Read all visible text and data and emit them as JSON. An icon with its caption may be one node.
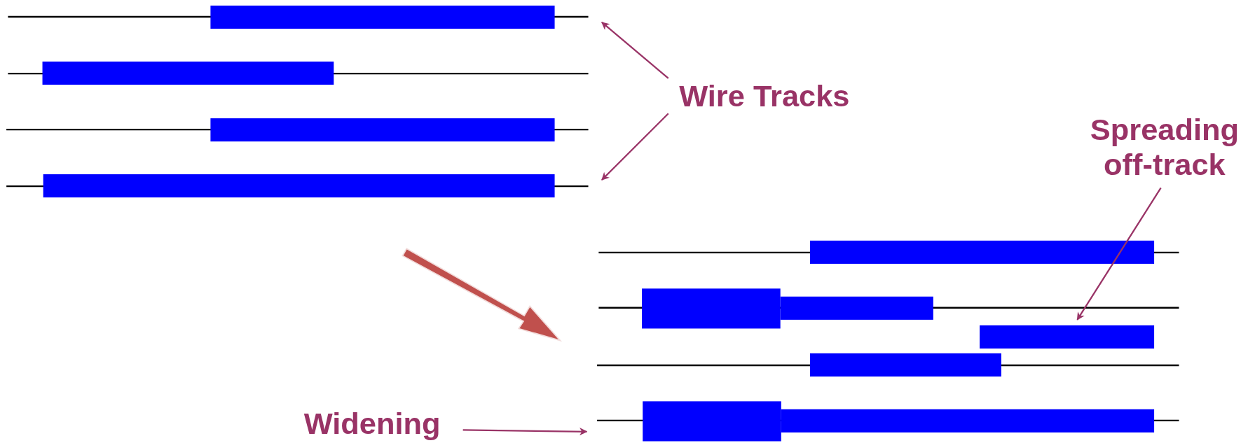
{
  "diagram": {
    "nodes": [
      {
        "text": [
          "Wire Tracks"
        ]
      },
      {
        "text": [
          "Spreading off-track"
        ]
      },
      {
        "text": [
          "Widening"
        ]
      }
    ],
    "edges": [
      {
        "from": 0,
        "to": null,
        "arrow": "to"
      },
      {
        "from": 0,
        "to": null,
        "arrow": "to"
      },
      {
        "from": 1,
        "to": null,
        "arrow": "to"
      },
      {
        "from": 2,
        "to": null,
        "arrow": "to"
      }
    ]
  }
}
